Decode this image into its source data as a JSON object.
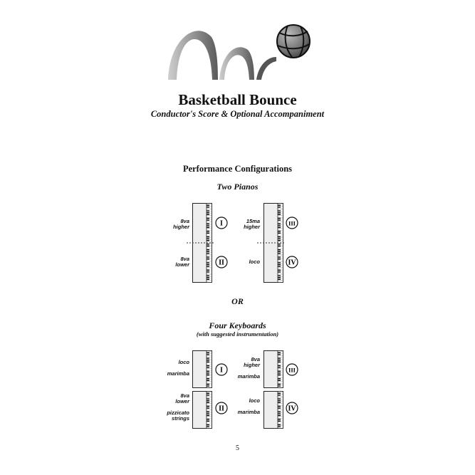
{
  "header": {
    "title": "Basketball Bounce",
    "subtitle": "Conductor's Score & Optional Accompaniment"
  },
  "section": {
    "heading": "Performance Configurations",
    "two_pianos": {
      "label": "Two Pianos",
      "piano_1": {
        "upper_label_1": "8va",
        "upper_label_2": "higher",
        "upper_numeral": "I",
        "lower_label_1": "8va",
        "lower_label_2": "lower",
        "lower_numeral": "II"
      },
      "piano_2": {
        "upper_label_1": "15ma",
        "upper_label_2": "higher",
        "upper_numeral": "III",
        "lower_label_1": "loco",
        "lower_numeral": "IV"
      }
    },
    "or_label": "OR",
    "four_keyboards": {
      "label": "Four Keyboards",
      "sublabel": "(with suggested instrumentation)",
      "kb_1": {
        "line_1": "loco",
        "line_2": "marimba",
        "numeral": "I"
      },
      "kb_2": {
        "line_1": "8va",
        "line_2": "lower",
        "line_3": "pizzicato",
        "line_4": "strings",
        "numeral": "II"
      },
      "kb_3": {
        "line_1": "8va",
        "line_2": "higher",
        "line_3": "marimba",
        "numeral": "III"
      },
      "kb_4": {
        "line_1": "loco",
        "line_2": "marimba",
        "numeral": "IV"
      }
    }
  },
  "footer": {
    "page_number": "5"
  }
}
